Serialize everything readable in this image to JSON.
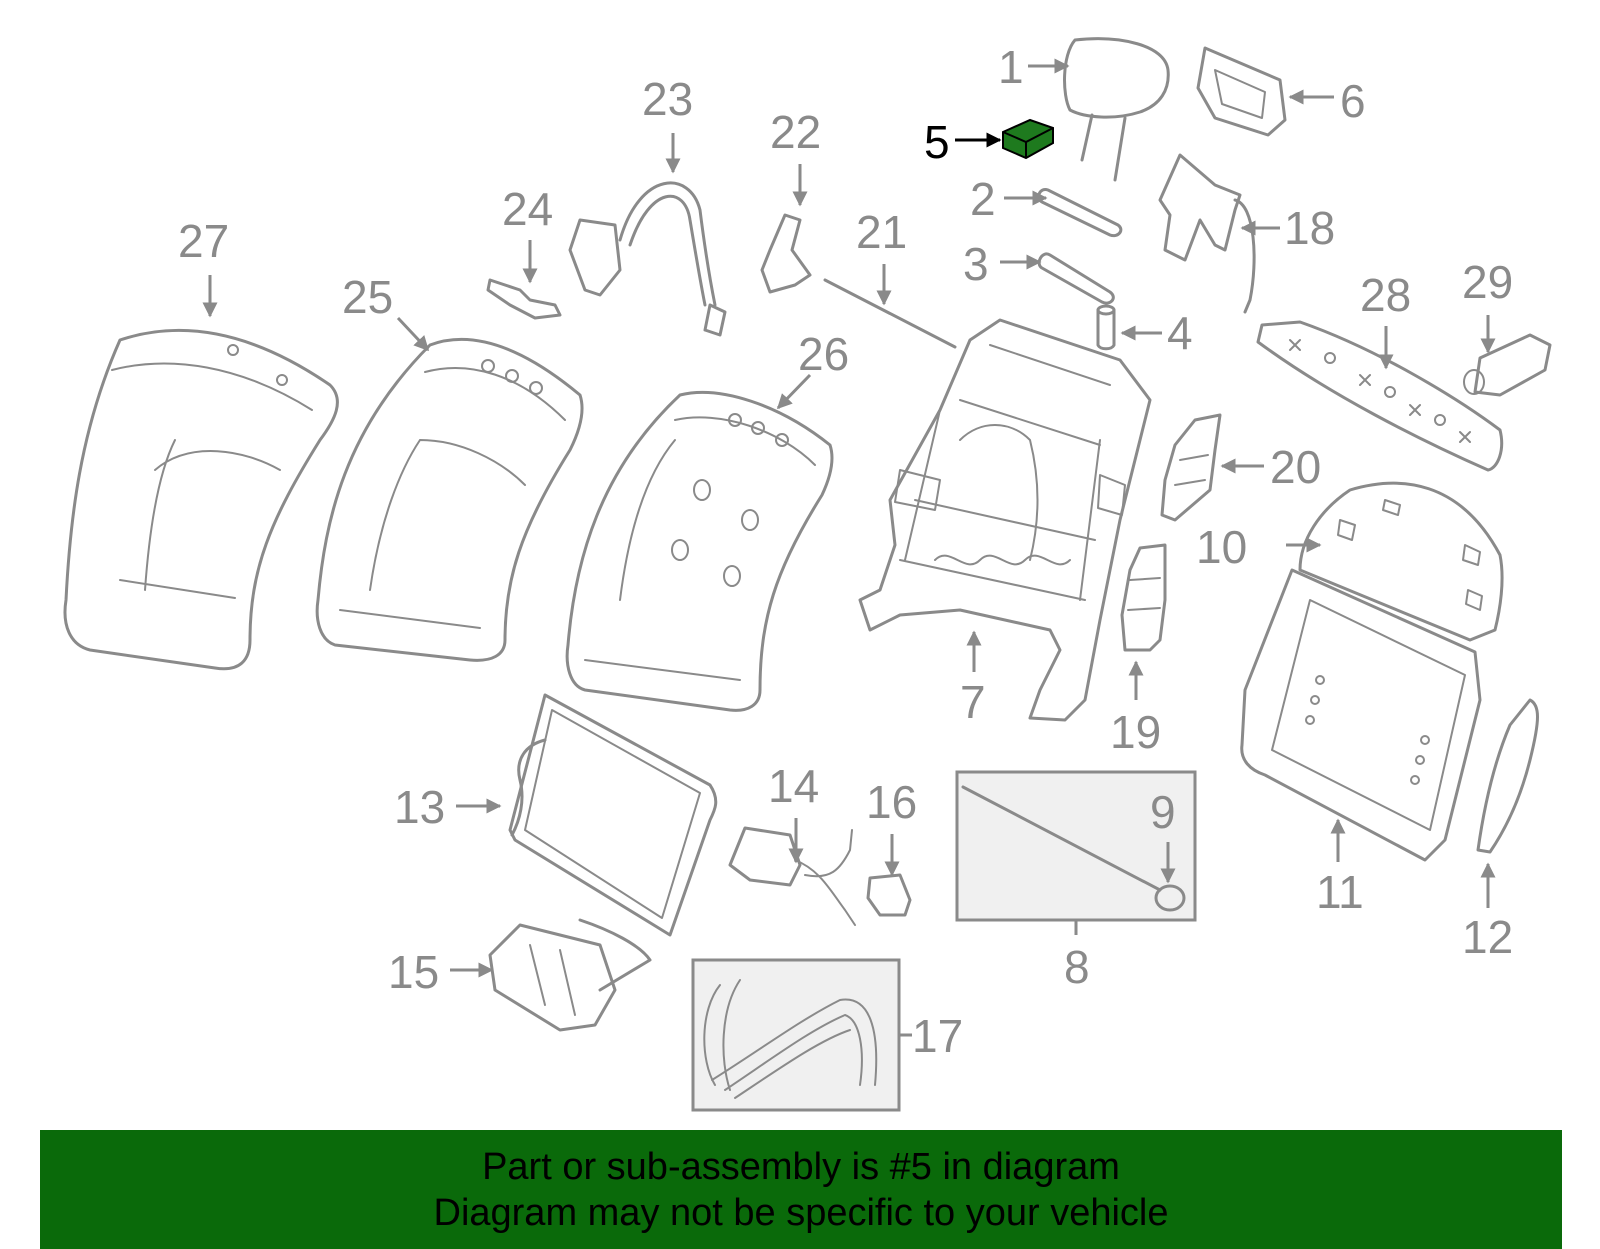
{
  "callouts": {
    "c1": "1",
    "c2": "2",
    "c3": "3",
    "c4": "4",
    "c5": "5",
    "c6": "6",
    "c7": "7",
    "c8": "8",
    "c9": "9",
    "c10": "10",
    "c11": "11",
    "c12": "12",
    "c13": "13",
    "c14": "14",
    "c15": "15",
    "c16": "16",
    "c17": "17",
    "c18": "18",
    "c19": "19",
    "c20": "20",
    "c21": "21",
    "c22": "22",
    "c23": "23",
    "c24": "24",
    "c25": "25",
    "c26": "26",
    "c27": "27",
    "c28": "28",
    "c29": "29"
  },
  "highlight": {
    "part": "5",
    "color": "#1e7a1e"
  },
  "banner": {
    "line1": "Part or sub-assembly is #5 in diagram",
    "line2": "Diagram may not be specific to your vehicle",
    "color": "#0a6a0a"
  }
}
